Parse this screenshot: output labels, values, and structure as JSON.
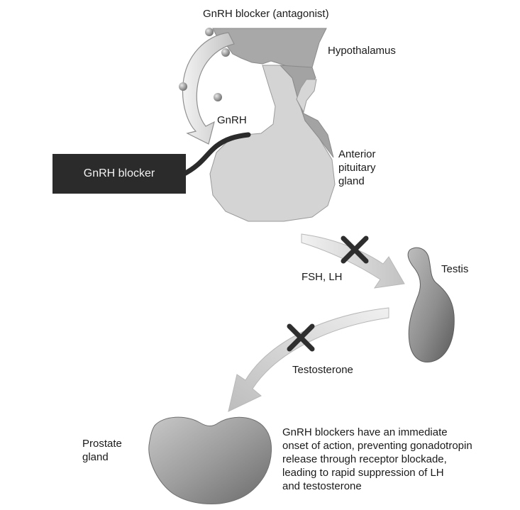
{
  "labels": {
    "antagonist": "GnRH blocker (antagonist)",
    "hypothalamus": "Hypothalamus",
    "gnrh": "GnRH",
    "blocker_box": "GnRH blocker",
    "anterior_pituitary": "Anterior\npituitary\ngland",
    "fsh_lh": "FSH, LH",
    "testis": "Testis",
    "testosterone": "Testosterone",
    "prostate": "Prostate\ngland",
    "description": "GnRH blockers have an immediate\nonset of action, preventing gonadotropin\nrelease through receptor blockade,\nleading to rapid suppression of LH\nand testosterone"
  },
  "colors": {
    "organ_light": "#d4d4d4",
    "organ_mid": "#a8a8a8",
    "organ_dark": "#6f6f6f",
    "arrow_fill": "#cfcfcf",
    "x_mark": "#2e2e2e",
    "box": "#2b2b2b"
  }
}
